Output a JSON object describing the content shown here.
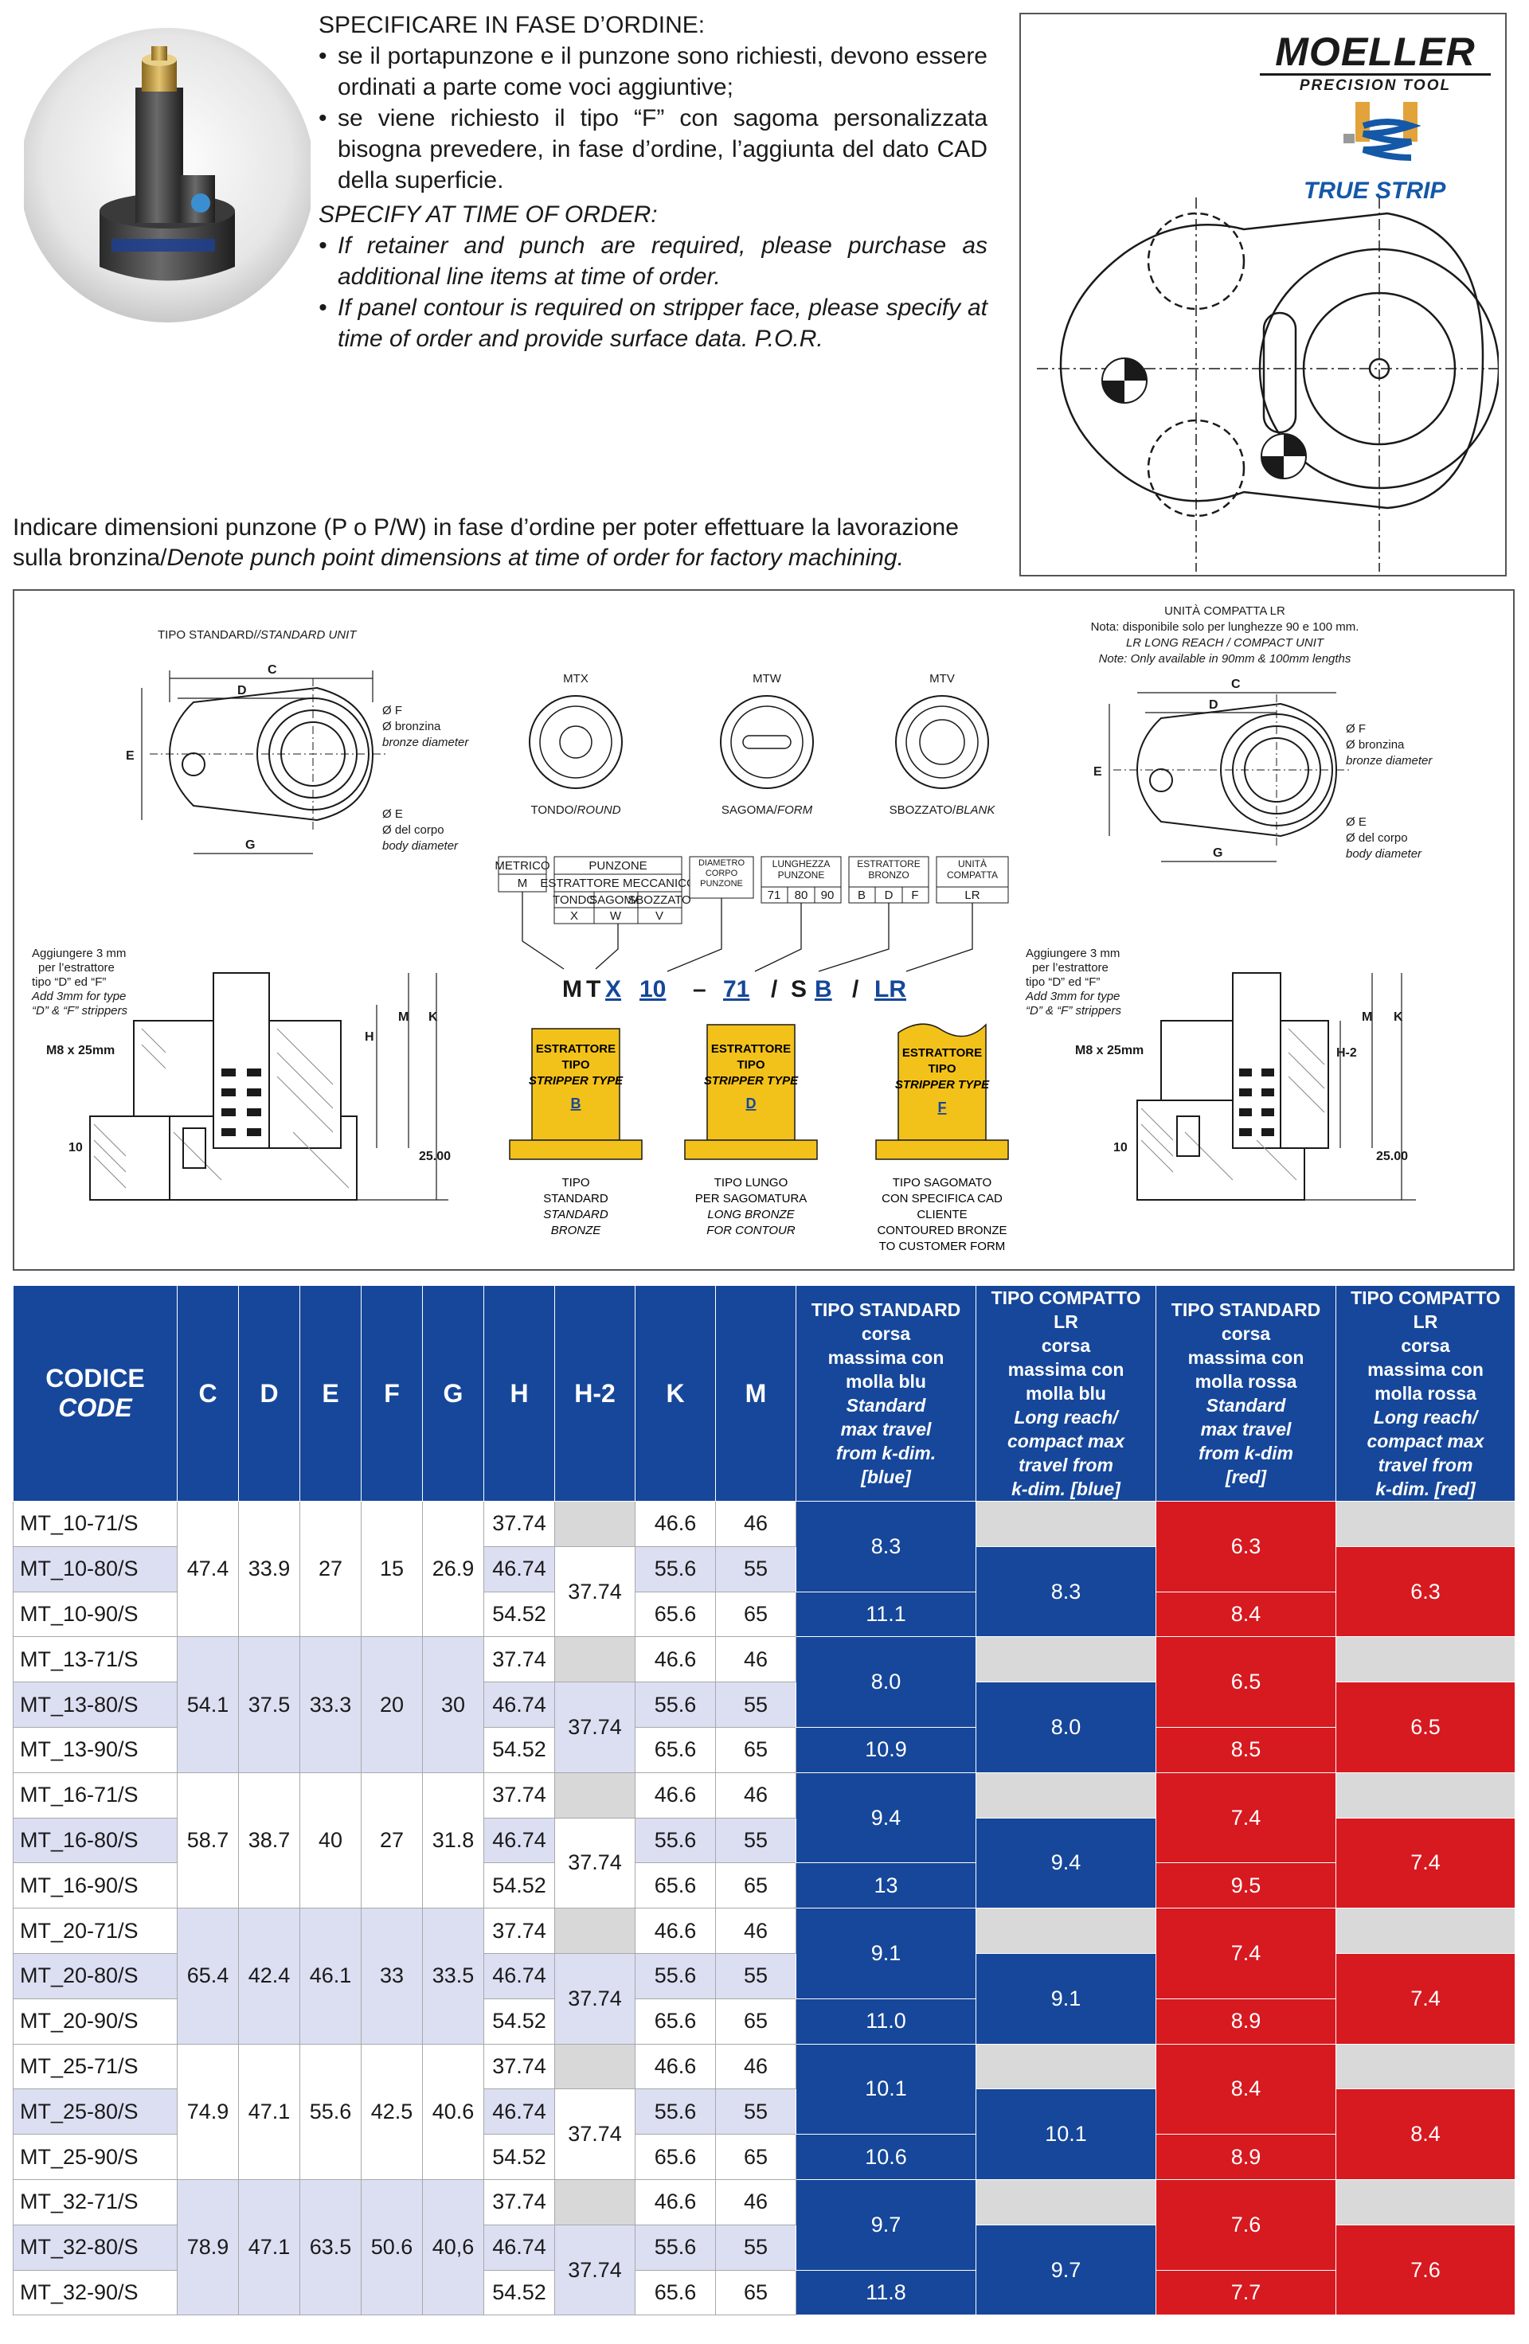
{
  "order_notes": {
    "it_heading": "SPECIFICARE IN FASE D’ORDINE:",
    "it_items": [
      "se il portapunzone e il punzone sono richiesti, devono essere ordinati a parte come voci aggiuntive;",
      "se viene richiesto il tipo “F” con sagoma personalizzata bisogna prevedere, in fase d’ordine, l’aggiunta del dato CAD della superficie."
    ],
    "en_heading": "SPECIFY AT TIME OF ORDER:",
    "en_items": [
      "If retainer and punch are required, please purchase as additional line items at time of order.",
      "If panel contour is required on stripper face, please specify at time of order and provide surface data. P.O.R."
    ]
  },
  "brand": {
    "name": "MOELLER",
    "subtitle": "PRECISION TOOL",
    "product_line": "TRUE STRIP"
  },
  "punch_note": {
    "it": "Indicare dimensioni punzone (P o P/W) in fase d’ordine per poter effettuare la lavorazione sulla bronzina/",
    "en": "Denote punch point dimensions at time of order for factory machining."
  },
  "drawing": {
    "standard_title": "TIPO STANDARD/",
    "standard_title_en": "/STANDARD UNIT",
    "compact_title": "UNITÀ COMPATTA LR",
    "compact_note_1": "Nota: disponibile solo per lunghezze 90 e 100 mm.",
    "compact_note_2": "LR LONG REACH / COMPACT UNIT",
    "compact_note_3": "Note: Only available in 90mm & 100mm lengths",
    "dim_labels": {
      "c": "C",
      "d": "D",
      "e": "E",
      "g": "G",
      "h": "H",
      "h2": "H-2",
      "k": "K",
      "m": "M"
    },
    "bronze_diam_it": "Ø F",
    "bronze_diam_it2": "Ø bronzina",
    "bronze_diam_en": "bronze diameter",
    "body_diam_it": "Ø E",
    "body_diam_it2": "Ø del corpo",
    "body_diam_en": "body diameter",
    "add_note_it1": "Aggiungere 3 mm",
    "add_note_it2": "per l’estrattore",
    "add_note_it3": "tipo “D” ed “F”",
    "add_note_en1": "Add 3mm for type",
    "add_note_en2": "“D” & “F” strippers",
    "screw": "M8 x 25mm",
    "dim_10": "10",
    "dim_25": "25.00",
    "types": [
      {
        "code": "MTX",
        "it": "TONDO/",
        "en": "ROUND"
      },
      {
        "code": "MTW",
        "it": "SAGOMA/",
        "en": "FORM"
      },
      {
        "code": "MTV",
        "it": "SBOZZATO/",
        "en": "BLANK"
      }
    ],
    "code_boxes": {
      "metric": "METRICO",
      "metric_val": "M",
      "punch": "PUNZONE",
      "stripper_mech": "ESTRATTORE MECCANICO",
      "round": "TONDO",
      "form": "SAGOMA",
      "blank": "SBOZZATO",
      "round_val": "X",
      "form_val": "W",
      "blank_val": "V",
      "body_diam": "DIAMETRO CORPO PUNZONE",
      "length": "LUNGHEZZA PUNZONE",
      "lengths": [
        "71",
        "80",
        "90"
      ],
      "bronze": "ESTRATTORE BRONZO",
      "bronze_vals": [
        "B",
        "D",
        "F"
      ],
      "compact": "UNITÀ COMPATTA",
      "compact_val": "LR"
    },
    "order_code": [
      "M",
      "T",
      "X",
      "10",
      "–",
      "71",
      "/",
      "S",
      "B",
      "/",
      "LR"
    ],
    "strippers": [
      {
        "l1": "ESTRATTORE",
        "l2": "TIPO",
        "l3": "STRIPPER TYPE",
        "letter": "B",
        "c1": "TIPO",
        "c2": "STANDARD",
        "c3": "STANDARD",
        "c4": "BRONZE",
        "c5": ""
      },
      {
        "l1": "ESTRATTORE",
        "l2": "TIPO",
        "l3": "STRIPPER TYPE",
        "letter": "D",
        "c1": "TIPO LUNGO",
        "c2": "PER SAGOMATURA",
        "c3": "LONG BRONZE",
        "c4": "FOR CONTOUR",
        "c5": ""
      },
      {
        "l1": "ESTRATTORE",
        "l2": "TIPO",
        "l3": "STRIPPER TYPE",
        "letter": "F",
        "c1": "TIPO SAGOMATO",
        "c2": "CON SPECIFICA CAD",
        "c3": "CLIENTE",
        "c4": "CONTOURED BRONZE",
        "c5": "TO CUSTOMER FORM"
      }
    ]
  },
  "table": {
    "headers": {
      "code_it": "CODICE",
      "code_en": "CODE",
      "dims": [
        "C",
        "D",
        "E",
        "F",
        "G",
        "H",
        "H-2",
        "K",
        "M"
      ],
      "travel": [
        {
          "l1": "TIPO STANDARD",
          "l2": "corsa",
          "l3": "massima con",
          "l4": "molla blu",
          "l5": "Standard",
          "l6": "max travel",
          "l7": "from k-dim.",
          "l8": "[blue]"
        },
        {
          "l1": "TIPO COMPATTO LR",
          "l2": "corsa",
          "l3": "massima con",
          "l4": "molla blu",
          "l5": "Long reach/",
          "l6": "compact max",
          "l7": "travel from",
          "l8": "k-dim. [blue]"
        },
        {
          "l1": "TIPO STANDARD",
          "l2": "corsa",
          "l3": "massima con",
          "l4": "molla rossa",
          "l5": "Standard",
          "l6": "max travel",
          "l7": "from k-dim",
          "l8": "[red]"
        },
        {
          "l1": "TIPO COMPATTO LR",
          "l2": "corsa",
          "l3": "massima con",
          "l4": "molla rossa",
          "l5": "Long reach/",
          "l6": "compact max",
          "l7": "travel from",
          "l8": "k-dim. [red]"
        }
      ]
    },
    "groups": [
      {
        "codes": [
          "MT_10-71/S",
          "MT_10-80/S",
          "MT_10-90/S"
        ],
        "C": "47.4",
        "D": "33.9",
        "E": "27",
        "F": "15",
        "G": "26.9",
        "H": [
          "37.74",
          "46.74",
          "54.52"
        ],
        "H2": "37.74",
        "K": [
          "46.6",
          "55.6",
          "65.6"
        ],
        "M": [
          "46",
          "55",
          "65"
        ],
        "std_blue": [
          "8.3",
          "11.1"
        ],
        "lr_blue": "8.3",
        "std_red": [
          "6.3",
          "8.4"
        ],
        "lr_red": "6.3"
      },
      {
        "codes": [
          "MT_13-71/S",
          "MT_13-80/S",
          "MT_13-90/S"
        ],
        "C": "54.1",
        "D": "37.5",
        "E": "33.3",
        "F": "20",
        "G": "30",
        "H": [
          "37.74",
          "46.74",
          "54.52"
        ],
        "H2": "37.74",
        "K": [
          "46.6",
          "55.6",
          "65.6"
        ],
        "M": [
          "46",
          "55",
          "65"
        ],
        "std_blue": [
          "8.0",
          "10.9"
        ],
        "lr_blue": "8.0",
        "std_red": [
          "6.5",
          "8.5"
        ],
        "lr_red": "6.5"
      },
      {
        "codes": [
          "MT_16-71/S",
          "MT_16-80/S",
          "MT_16-90/S"
        ],
        "C": "58.7",
        "D": "38.7",
        "E": "40",
        "F": "27",
        "G": "31.8",
        "H": [
          "37.74",
          "46.74",
          "54.52"
        ],
        "H2": "37.74",
        "K": [
          "46.6",
          "55.6",
          "65.6"
        ],
        "M": [
          "46",
          "55",
          "65"
        ],
        "std_blue": [
          "9.4",
          "13"
        ],
        "lr_blue": "9.4",
        "std_red": [
          "7.4",
          "9.5"
        ],
        "lr_red": "7.4"
      },
      {
        "codes": [
          "MT_20-71/S",
          "MT_20-80/S",
          "MT_20-90/S"
        ],
        "C": "65.4",
        "D": "42.4",
        "E": "46.1",
        "F": "33",
        "G": "33.5",
        "H": [
          "37.74",
          "46.74",
          "54.52"
        ],
        "H2": "37.74",
        "K": [
          "46.6",
          "55.6",
          "65.6"
        ],
        "M": [
          "46",
          "55",
          "65"
        ],
        "std_blue": [
          "9.1",
          "11.0"
        ],
        "lr_blue": "9.1",
        "std_red": [
          "7.4",
          "8.9"
        ],
        "lr_red": "7.4"
      },
      {
        "codes": [
          "MT_25-71/S",
          "MT_25-80/S",
          "MT_25-90/S"
        ],
        "C": "74.9",
        "D": "47.1",
        "E": "55.6",
        "F": "42.5",
        "G": "40.6",
        "H": [
          "37.74",
          "46.74",
          "54.52"
        ],
        "H2": "37.74",
        "K": [
          "46.6",
          "55.6",
          "65.6"
        ],
        "M": [
          "46",
          "55",
          "65"
        ],
        "std_blue": [
          "10.1",
          "10.6"
        ],
        "lr_blue": "10.1",
        "std_red": [
          "8.4",
          "8.9"
        ],
        "lr_red": "8.4"
      },
      {
        "codes": [
          "MT_32-71/S",
          "MT_32-80/S",
          "MT_32-90/S"
        ],
        "C": "78.9",
        "D": "47.1",
        "E": "63.5",
        "F": "50.6",
        "G": "40,6",
        "H": [
          "37.74",
          "46.74",
          "54.52"
        ],
        "H2": "37.74",
        "K": [
          "46.6",
          "55.6",
          "65.6"
        ],
        "M": [
          "46",
          "55",
          "65"
        ],
        "std_blue": [
          "9.7",
          "11.8"
        ],
        "lr_blue": "9.7",
        "std_red": [
          "7.6",
          "7.7"
        ],
        "lr_red": "7.6"
      }
    ]
  },
  "colors": {
    "blue": "#16479a",
    "red": "#d71920",
    "gold": "#f2c21b",
    "row_alt": "#dcdff2"
  }
}
